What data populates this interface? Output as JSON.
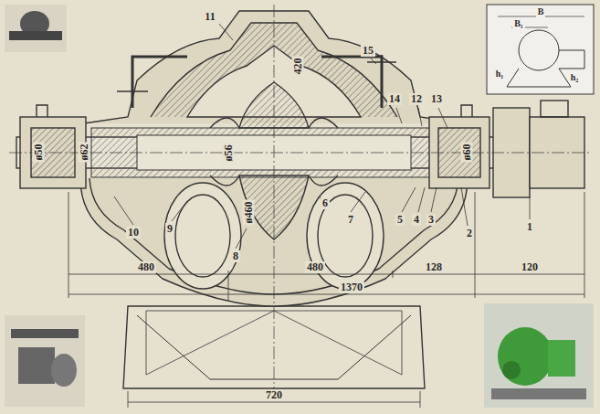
{
  "diagram": {
    "labels": [
      "11",
      "B",
      "B₁",
      "15",
      "420",
      "h₁",
      "h₂",
      "14",
      "12",
      "13",
      "ø50",
      "ø62",
      "ø56",
      "ø60",
      "10",
      "9",
      "6",
      "7",
      "5",
      "4",
      "3",
      "2",
      "1",
      "ø460",
      "8",
      "480",
      "480",
      "128",
      "120",
      "1370",
      "720"
    ]
  }
}
